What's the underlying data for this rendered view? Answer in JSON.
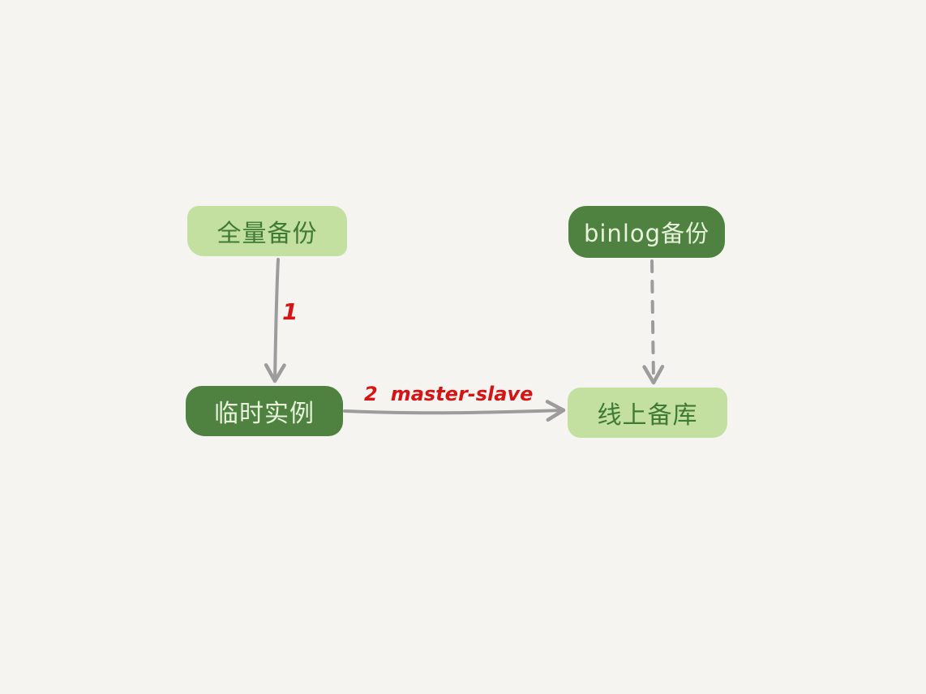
{
  "diagram": {
    "nodes": {
      "full_backup": "全量备份",
      "binlog_backup": "binlog备份",
      "temp_instance": "临时实例",
      "online_replica": "线上备库"
    },
    "edges": {
      "full_to_temp": {
        "label": "1",
        "style": "solid"
      },
      "temp_to_replica": {
        "step": "2",
        "label": "master-slave",
        "style": "solid"
      },
      "binlog_to_replica": {
        "style": "dashed"
      }
    },
    "colors": {
      "background": "#f5f4f0",
      "light_node": "#c4e0a0",
      "light_node_text": "#3f7a35",
      "dark_node": "#4f8240",
      "dark_node_text": "#e7f3da",
      "arrow": "#9c9c9c",
      "label": "#d61414"
    }
  }
}
